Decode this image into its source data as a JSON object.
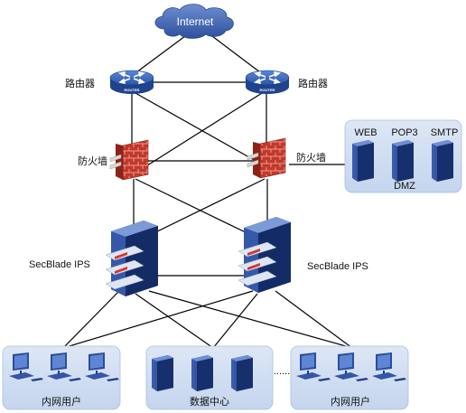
{
  "internet": {
    "label": "Internet"
  },
  "routers": {
    "label": "路由器",
    "badge": "ROUTER"
  },
  "firewalls": {
    "label": "防火墙"
  },
  "dmz": {
    "web": "WEB",
    "pop3": "POP3",
    "smtp": "SMTP",
    "zone": "DMZ"
  },
  "ips": {
    "label": "SecBlade IPS"
  },
  "lans": {
    "left": "内网用户",
    "center": "数据中心",
    "right": "内网用户",
    "ellipsis": "......"
  },
  "colors": {
    "cloud": "#3a63b0",
    "router": "#2f5ca8",
    "firewall": "#c0392b",
    "zone": "#c9d9ef",
    "server": "#1f3f86",
    "link": "#000000"
  }
}
